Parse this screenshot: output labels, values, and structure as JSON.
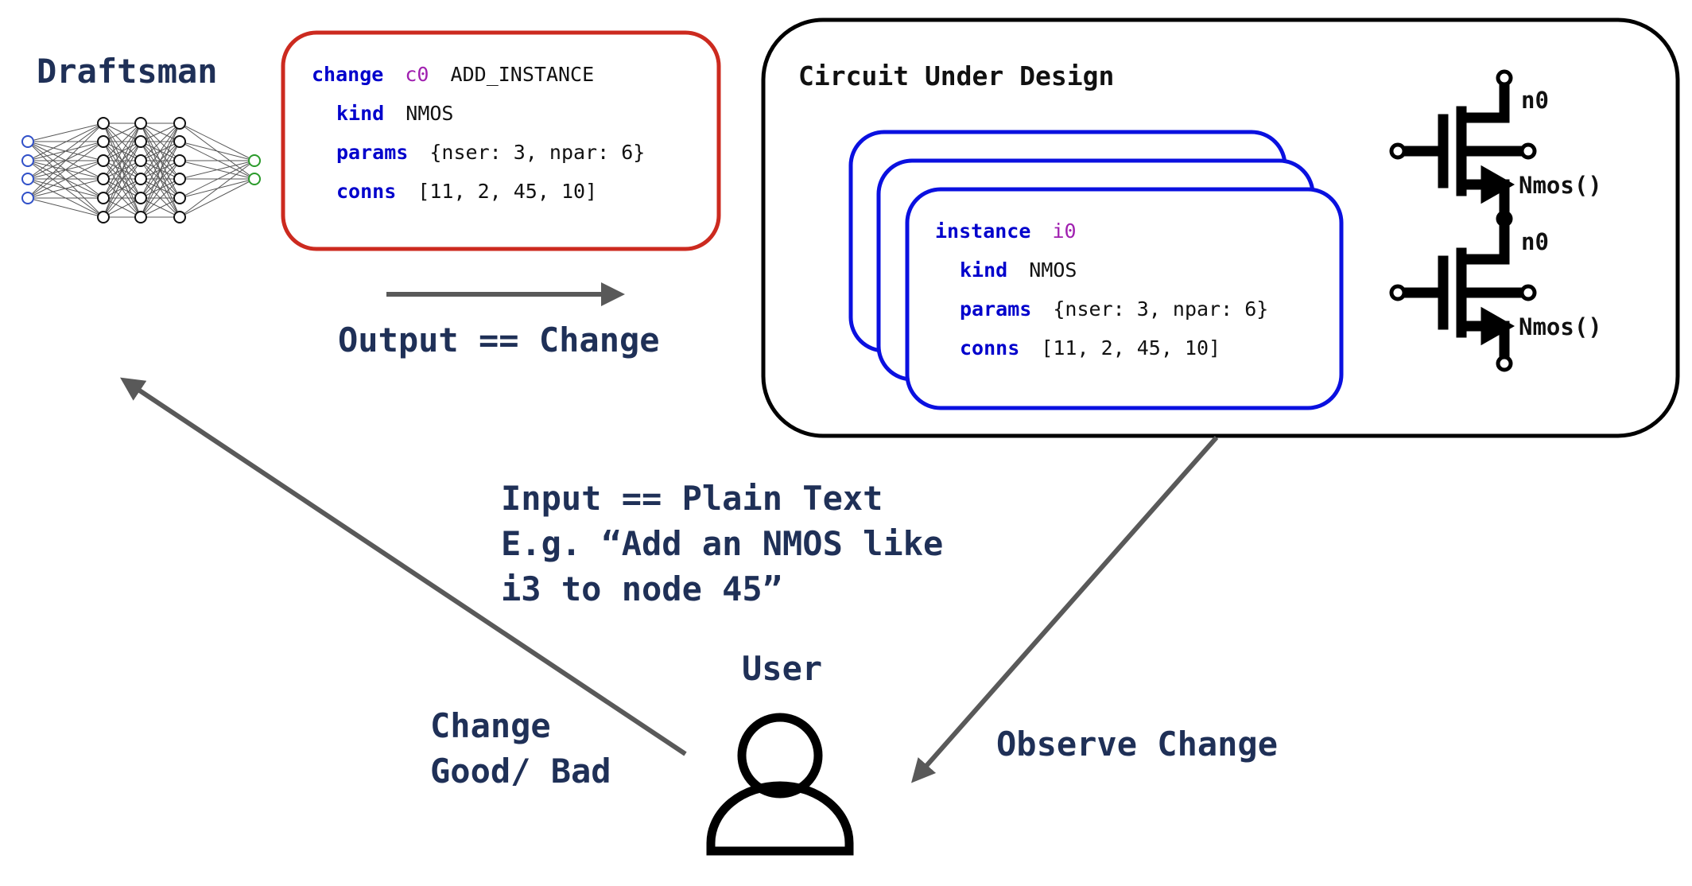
{
  "colors": {
    "label": "#1f3057",
    "keyword": "#0000cc",
    "identifier": "#a020b0",
    "change_box_border": "#cc2a1f",
    "instance_box_border": "#0a10e0",
    "arrow": "#595959",
    "input_node": "#3050c8",
    "output_node": "#2a9a2a"
  },
  "draftsman": {
    "title": "Draftsman",
    "icon": "neural-network-icon"
  },
  "change_box": {
    "line1": {
      "keyword": "change",
      "id": "c0",
      "rest": "ADD_INSTANCE"
    },
    "line2": {
      "keyword": "kind",
      "rest": "NMOS"
    },
    "line3": {
      "keyword": "params",
      "rest": "{nser: 3, npar: 6}"
    },
    "line4": {
      "keyword": "conns",
      "rest": "[11, 2, 45, 10]"
    }
  },
  "output_label": "Output == Change",
  "circuit": {
    "title": "Circuit Under Design",
    "instance": {
      "line1": {
        "keyword": "instance",
        "id": "i0"
      },
      "line2": {
        "keyword": "kind",
        "rest": "NMOS"
      },
      "line3": {
        "keyword": "params",
        "rest": "{nser: 3, npar: 6}"
      },
      "line4": {
        "keyword": "conns",
        "rest": "[11, 2, 45, 10]"
      }
    },
    "symbols": [
      {
        "net": "n0",
        "name": "Nmos()"
      },
      {
        "net": "n0",
        "name": "Nmos()"
      }
    ]
  },
  "input_label": {
    "line1": "Input == Plain Text",
    "line2": "E.g. “Add an NMOS like",
    "line3": "i3 to node 45”"
  },
  "user": {
    "label": "User",
    "icon": "user-icon"
  },
  "feedback_label": {
    "line1": "Change",
    "line2": "Good/ Bad"
  },
  "observe_label": "Observe Change"
}
